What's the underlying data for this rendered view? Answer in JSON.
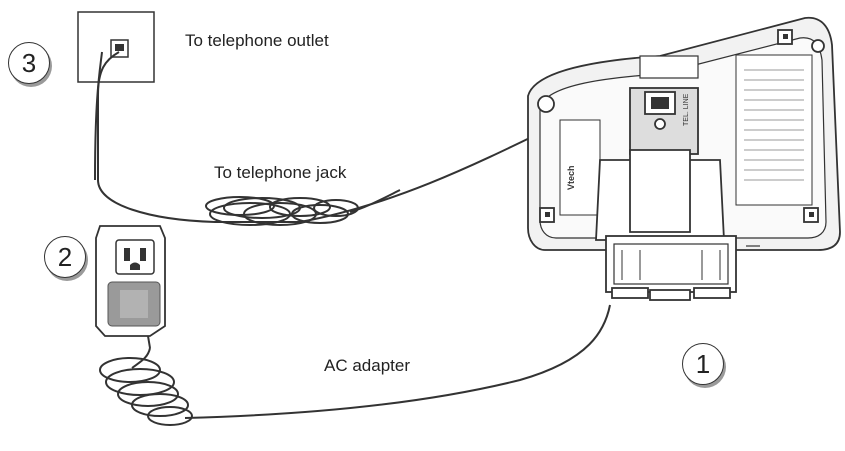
{
  "labels": {
    "telephone_outlet": "To telephone outlet",
    "telephone_jack": "To telephone jack",
    "ac_adapter": "AC adapter"
  },
  "steps": [
    "1",
    "2",
    "3"
  ],
  "base": {
    "brand": "Vtech",
    "port_label": "TEL. LINE"
  },
  "colors": {
    "line": "#333333",
    "body_fill": "#f2f2f2",
    "adapter_plug": "#9a9a9a"
  }
}
